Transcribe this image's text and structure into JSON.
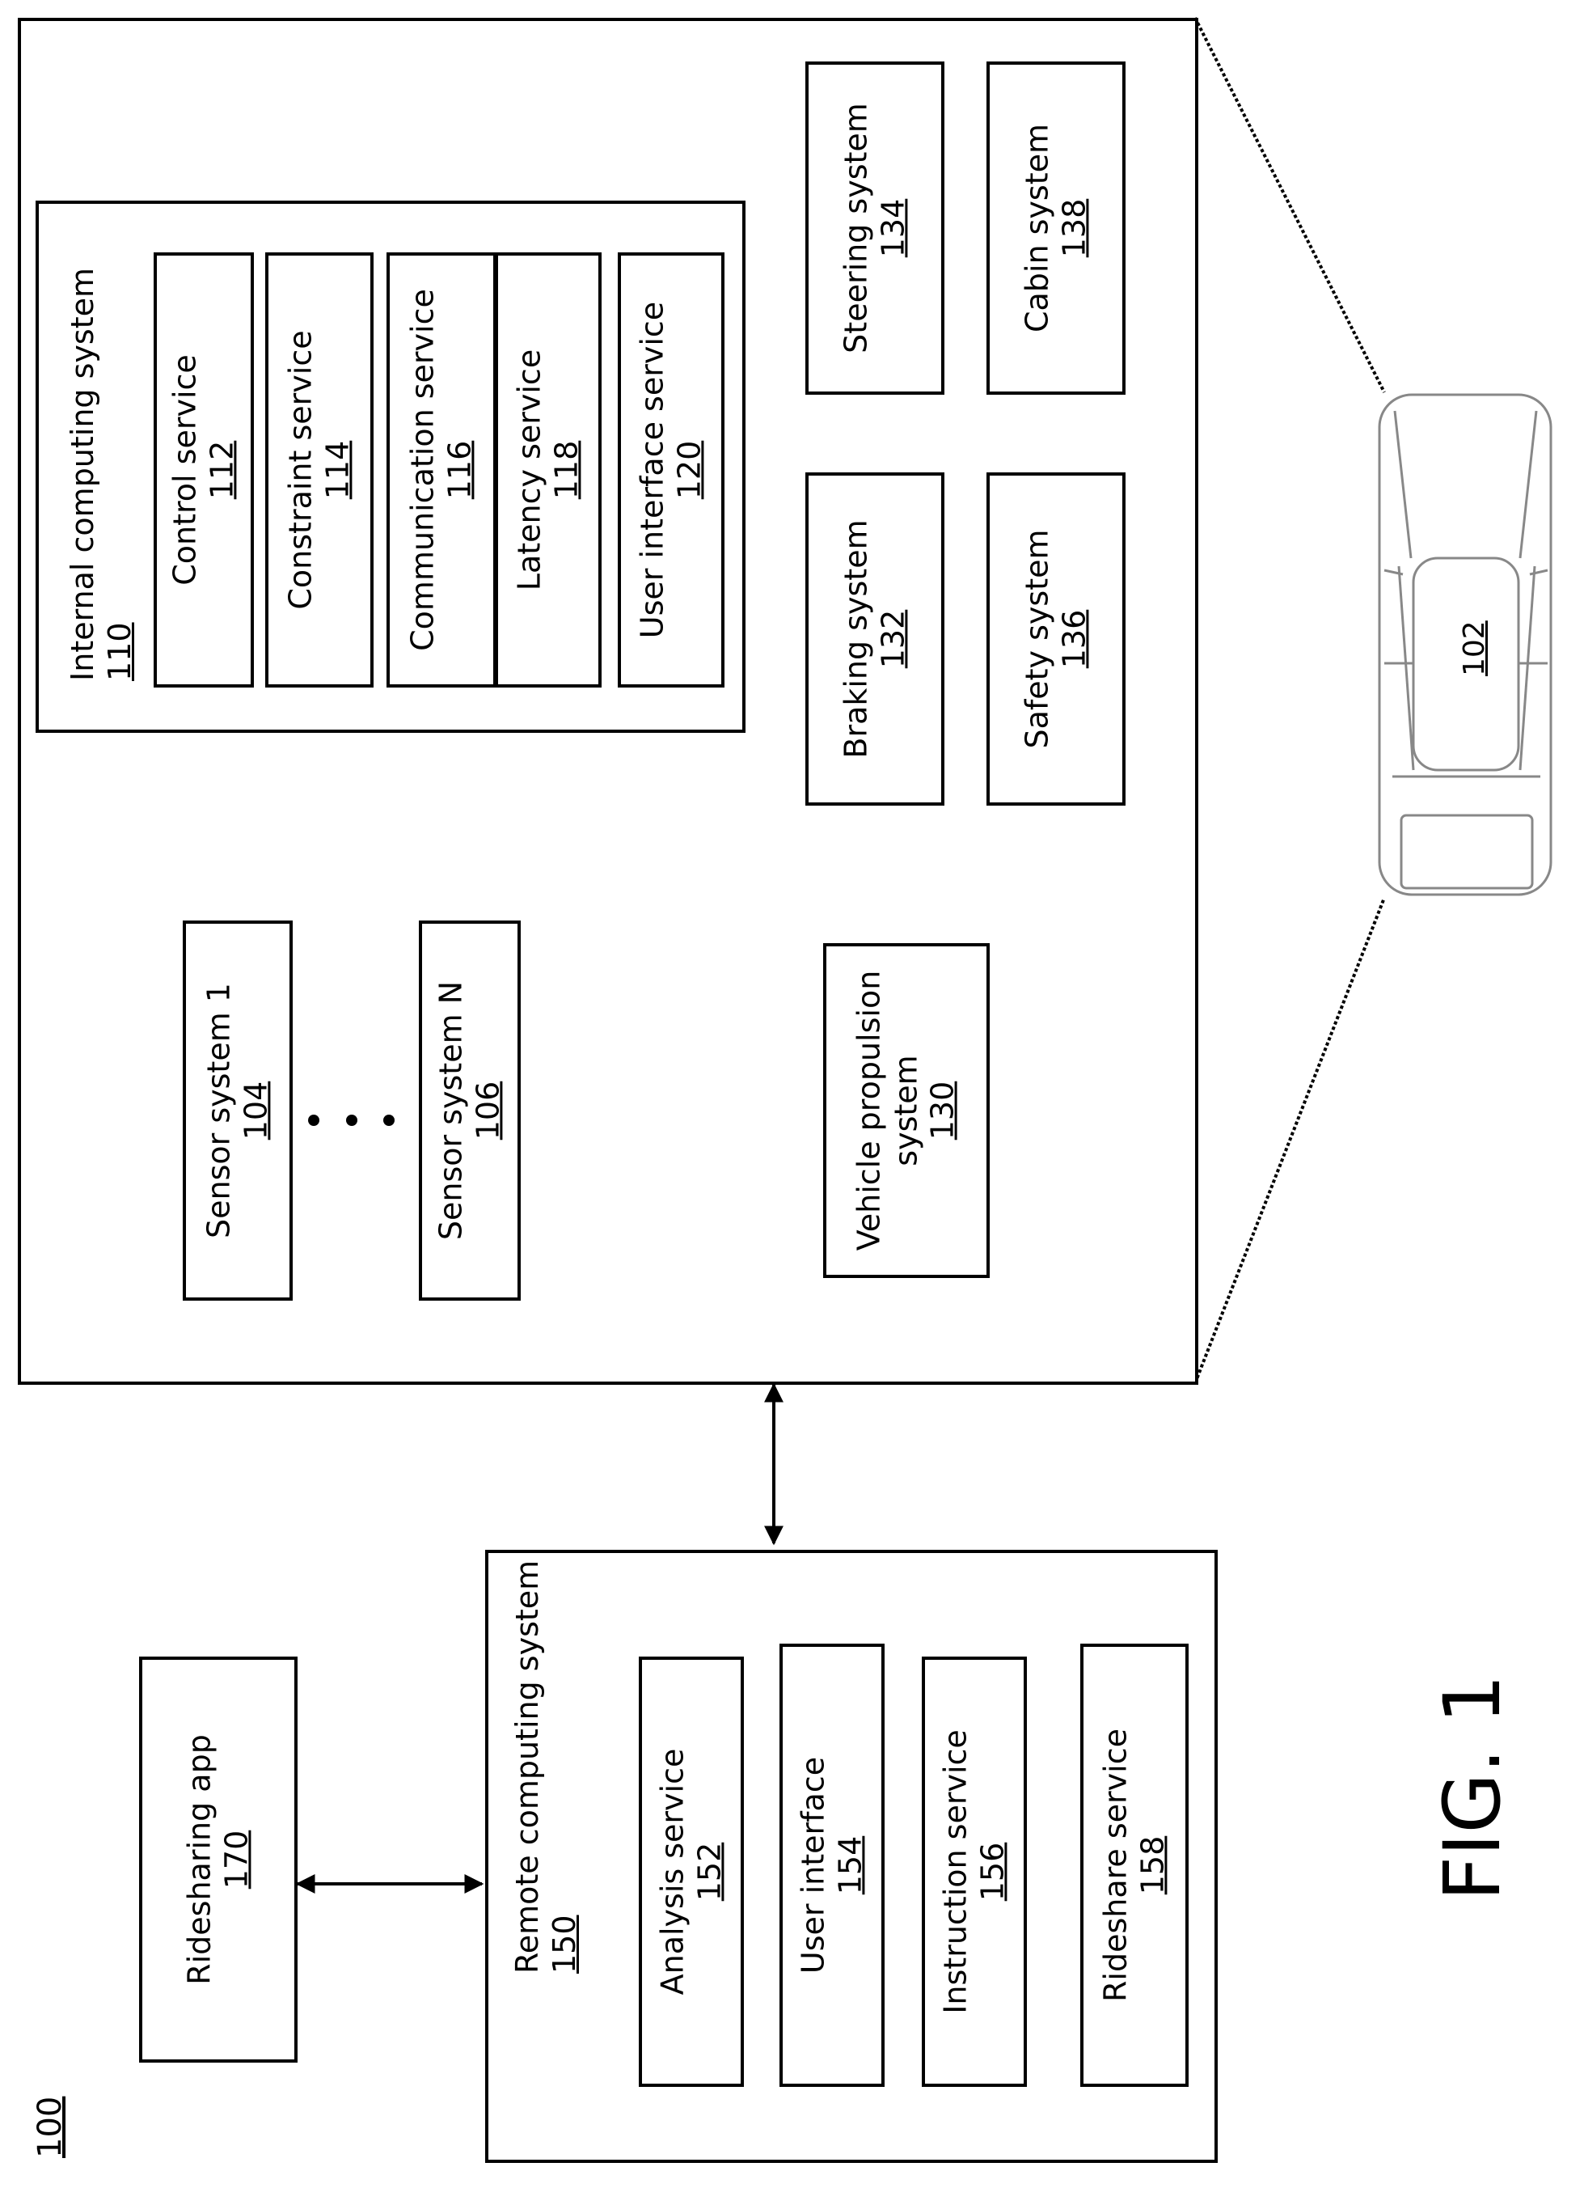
{
  "figure": {
    "ref": "100",
    "caption": "FIG. 1"
  },
  "vehicle": {
    "ref": "102"
  },
  "internal_computing": {
    "label": "Internal computing system",
    "ref": "110",
    "services": [
      {
        "label": "Control service",
        "ref": "112"
      },
      {
        "label": "Constraint service",
        "ref": "114"
      },
      {
        "label": "Communication service",
        "ref": "116"
      },
      {
        "label": "Latency service",
        "ref": "118"
      },
      {
        "label": "User interface service",
        "ref": "120"
      }
    ]
  },
  "sensors": [
    {
      "label": "Sensor system 1",
      "ref": "104"
    },
    {
      "label": "Sensor system N",
      "ref": "106"
    }
  ],
  "vehicle_systems": {
    "propulsion": {
      "label_line1": "Vehicle propulsion",
      "label_line2": "system",
      "ref": "130"
    },
    "braking": {
      "label": "Braking system",
      "ref": "132"
    },
    "steering": {
      "label": "Steering system",
      "ref": "134"
    },
    "safety": {
      "label": "Safety system",
      "ref": "136"
    },
    "cabin": {
      "label": "Cabin system",
      "ref": "138"
    }
  },
  "remote_computing": {
    "label": "Remote computing system",
    "ref": "150",
    "services": [
      {
        "label": "Analysis service",
        "ref": "152"
      },
      {
        "label": "User interface",
        "ref": "154"
      },
      {
        "label": "Instruction service",
        "ref": "156"
      },
      {
        "label": "Rideshare service",
        "ref": "158"
      }
    ]
  },
  "rideshare_app": {
    "label": "Ridesharing app",
    "ref": "170"
  }
}
